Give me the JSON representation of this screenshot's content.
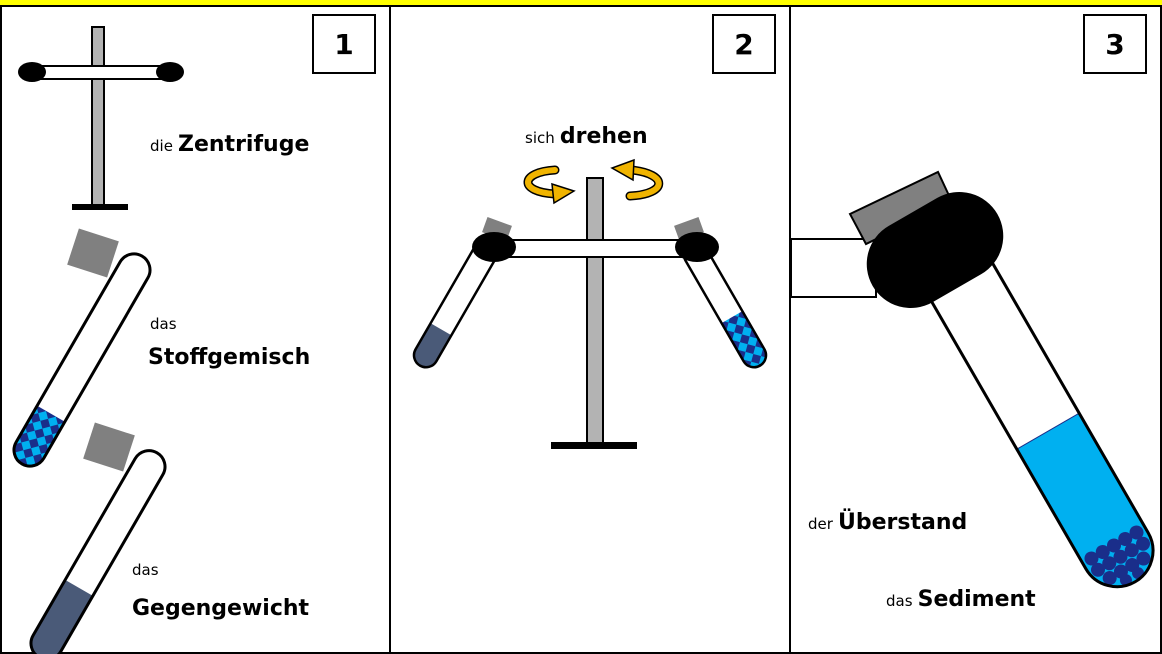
{
  "colors": {
    "top_bar": "#ffff00",
    "rod": "#b3b3b3",
    "cap": "#808080",
    "liquid_dark": "#4a5a78",
    "liquid_blue": "#00b0f0",
    "checker_dark": "#1a2e8a",
    "sediment": "#1a2e8a",
    "arrow": "#f0b400"
  },
  "panels": [
    {
      "number": "1",
      "labels": {
        "zentrifuge_article": "die",
        "zentrifuge_noun": "Zentrifuge",
        "stoffgemisch_article": "das",
        "stoffgemisch_noun": "Stoffgemisch",
        "gegengewicht_article": "das",
        "gegengewicht_noun": "Gegengewicht"
      }
    },
    {
      "number": "2",
      "labels": {
        "drehen_prefix": "sich",
        "drehen_verb": "drehen"
      }
    },
    {
      "number": "3",
      "labels": {
        "ueberstand_article": "der",
        "ueberstand_noun": "Überstand",
        "sediment_article": "das",
        "sediment_noun": "Sediment"
      }
    }
  ]
}
